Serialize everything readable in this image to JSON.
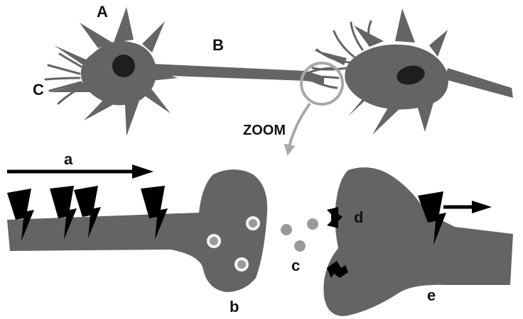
{
  "labels": {
    "A": "A",
    "B": "B",
    "C": "C",
    "zoom": "ZOOM",
    "a": "a",
    "b": "b",
    "c": "c",
    "d": "d",
    "e": "e"
  },
  "colors": {
    "neuron_fill": "#646464",
    "nucleus": "#1e1e1e",
    "zoom_ring": "#a8a8a8",
    "vesicle_outline": "#f2f2f2",
    "neurotransmitter": "#9a9a9a",
    "action_potential": "#000000",
    "text": "#111111"
  }
}
